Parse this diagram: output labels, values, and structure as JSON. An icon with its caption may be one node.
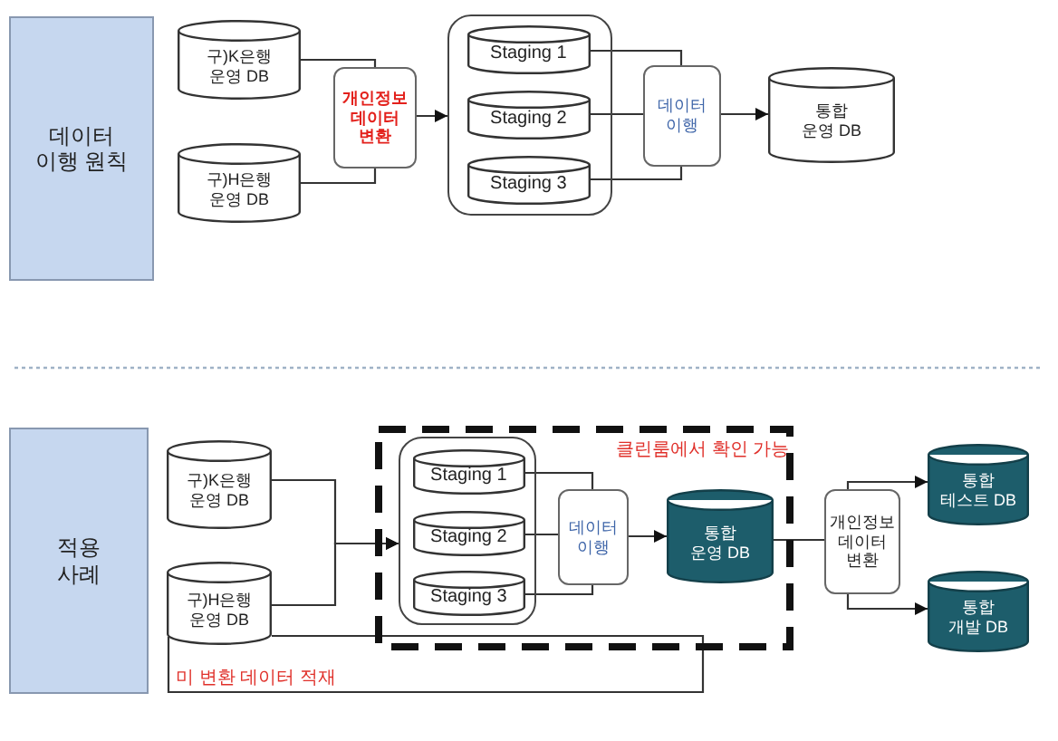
{
  "diagram": {
    "nodes": [
      {
        "text": [
          "데이터 이행 원칙"
        ]
      },
      {
        "text": [
          "구)K은행 운영 DB"
        ]
      },
      {
        "text": [
          "구)H은행 운영 DB"
        ]
      },
      {
        "text": [
          "개인정보 데이터 변환"
        ]
      },
      {
        "text": [],
        "shape": "box"
      },
      {
        "text": [
          "Staging 1"
        ],
        "in": 4
      },
      {
        "text": [
          "Staging 2"
        ],
        "in": 4
      },
      {
        "text": [
          "Staging 3"
        ],
        "in": 4
      },
      {
        "text": [
          "데이터 이행"
        ]
      },
      {
        "text": [
          "통합 운영 DB"
        ]
      },
      {
        "text": [
          "적용 사례"
        ]
      },
      {
        "text": [
          "구)K은행 운영 DB"
        ]
      },
      {
        "text": [
          "구)H은행 운영 DB"
        ]
      },
      {
        "text": [
          "클린룸에서 확인 가능"
        ]
      },
      {
        "text": [],
        "shape": "box",
        "in": 13
      },
      {
        "text": [
          "Staging 1"
        ],
        "in": 14
      },
      {
        "text": [
          "Staging 2"
        ],
        "in": 14
      },
      {
        "text": [
          "Staging 3"
        ],
        "in": 14
      },
      {
        "text": [
          "데이터 이행"
        ],
        "in": 13
      },
      {
        "text": [
          "통합 운영 DB"
        ],
        "in": 13
      },
      {
        "text": [
          "개인정보 데이터 변환"
        ]
      },
      {
        "text": [
          "통합 테스트 DB"
        ]
      },
      {
        "text": [
          "통합 개발 DB"
        ]
      }
    ],
    "edges": [
      {
        "from": 1,
        "to": 3,
        "arrow": "none"
      },
      {
        "from": 2,
        "to": 3,
        "arrow": "none"
      },
      {
        "from": 3,
        "to": 4,
        "arrow": "to"
      },
      {
        "from": 5,
        "to": 8,
        "arrow": "none"
      },
      {
        "from": 6,
        "to": 8,
        "arrow": "none"
      },
      {
        "from": 7,
        "to": 8,
        "arrow": "none"
      },
      {
        "from": 8,
        "to": 9,
        "arrow": "to"
      },
      {
        "from": 11,
        "to": 14,
        "arrow": "to"
      },
      {
        "from": 12,
        "to": 14,
        "arrow": "to"
      },
      {
        "from": 15,
        "to": 18,
        "arrow": "none"
      },
      {
        "from": 16,
        "to": 18,
        "arrow": "none"
      },
      {
        "from": 17,
        "to": 18,
        "arrow": "none"
      },
      {
        "from": 18,
        "to": 19,
        "arrow": "to"
      },
      {
        "from": 19,
        "to": 20,
        "arrow": "none"
      },
      {
        "from": 20,
        "to": 21,
        "arrow": "to"
      },
      {
        "from": 20,
        "to": 22,
        "arrow": "to"
      },
      {
        "from": 12,
        "to": 13,
        "arrow": "none"
      },
      {
        "from": 12,
        "to": 13,
        "arrow": "none",
        "label": "미 변환 데이터 적재"
      }
    ]
  }
}
